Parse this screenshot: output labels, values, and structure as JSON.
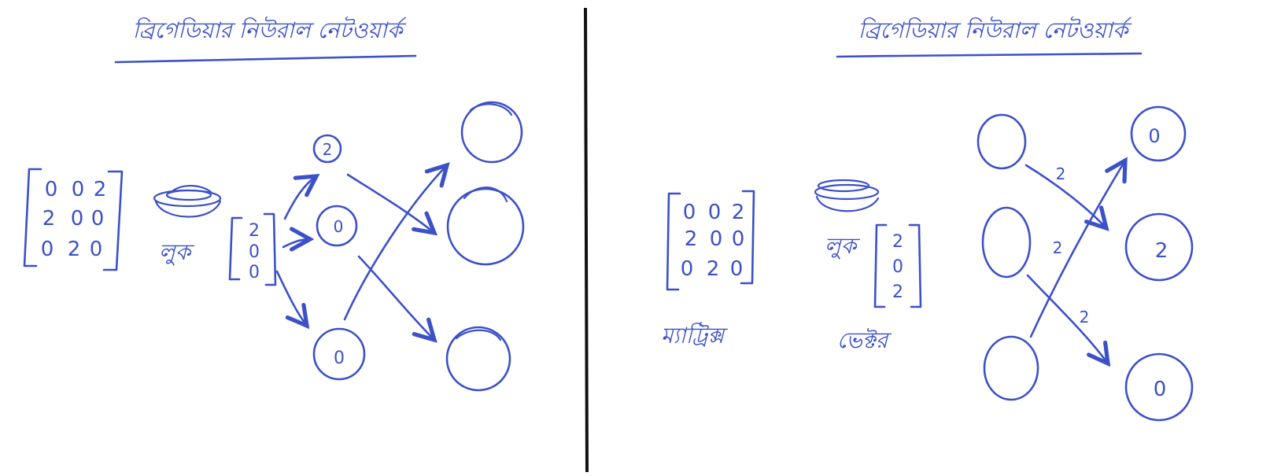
{
  "colors": {
    "ink": "#3c50c8",
    "divider": "#111111",
    "paper": "#ffffff"
  },
  "left": {
    "title": "ব্রিগেডিয়ার নিউরাল নেটওয়ার্ক",
    "matrix": [
      [
        "0",
        "0",
        "2"
      ],
      [
        "2",
        "0",
        "0"
      ],
      [
        "0",
        "2",
        "0"
      ]
    ],
    "lookup_label": "লুক",
    "vector": [
      "2",
      "0",
      "0"
    ],
    "hidden_nodes": [
      {
        "id": "h1",
        "value": "2"
      },
      {
        "id": "h2",
        "value": "0"
      },
      {
        "id": "h3",
        "value": "0"
      }
    ],
    "output_nodes": [
      {
        "id": "o1",
        "value": ""
      },
      {
        "id": "o2",
        "value": ""
      },
      {
        "id": "o3",
        "value": ""
      }
    ]
  },
  "right": {
    "title": "ব্রিগেডিয়ার নিউরাল নেটওয়ার্ক",
    "matrix": [
      [
        "0",
        "0",
        "2"
      ],
      [
        "2",
        "0",
        "0"
      ],
      [
        "0",
        "2",
        "0"
      ]
    ],
    "matrix_label": "ম্যাট্রিক্স",
    "lookup_label": "লুক",
    "vector": [
      "2",
      "0",
      "2"
    ],
    "vector_label": "ভেক্টর",
    "input_nodes": [
      {
        "id": "i1",
        "value": ""
      },
      {
        "id": "i2",
        "value": ""
      },
      {
        "id": "i3",
        "value": ""
      }
    ],
    "output_nodes": [
      {
        "id": "o1",
        "value": "0"
      },
      {
        "id": "o2",
        "value": "2"
      },
      {
        "id": "o3",
        "value": "0"
      }
    ],
    "edge_weights": [
      "2",
      "2",
      "2"
    ]
  }
}
